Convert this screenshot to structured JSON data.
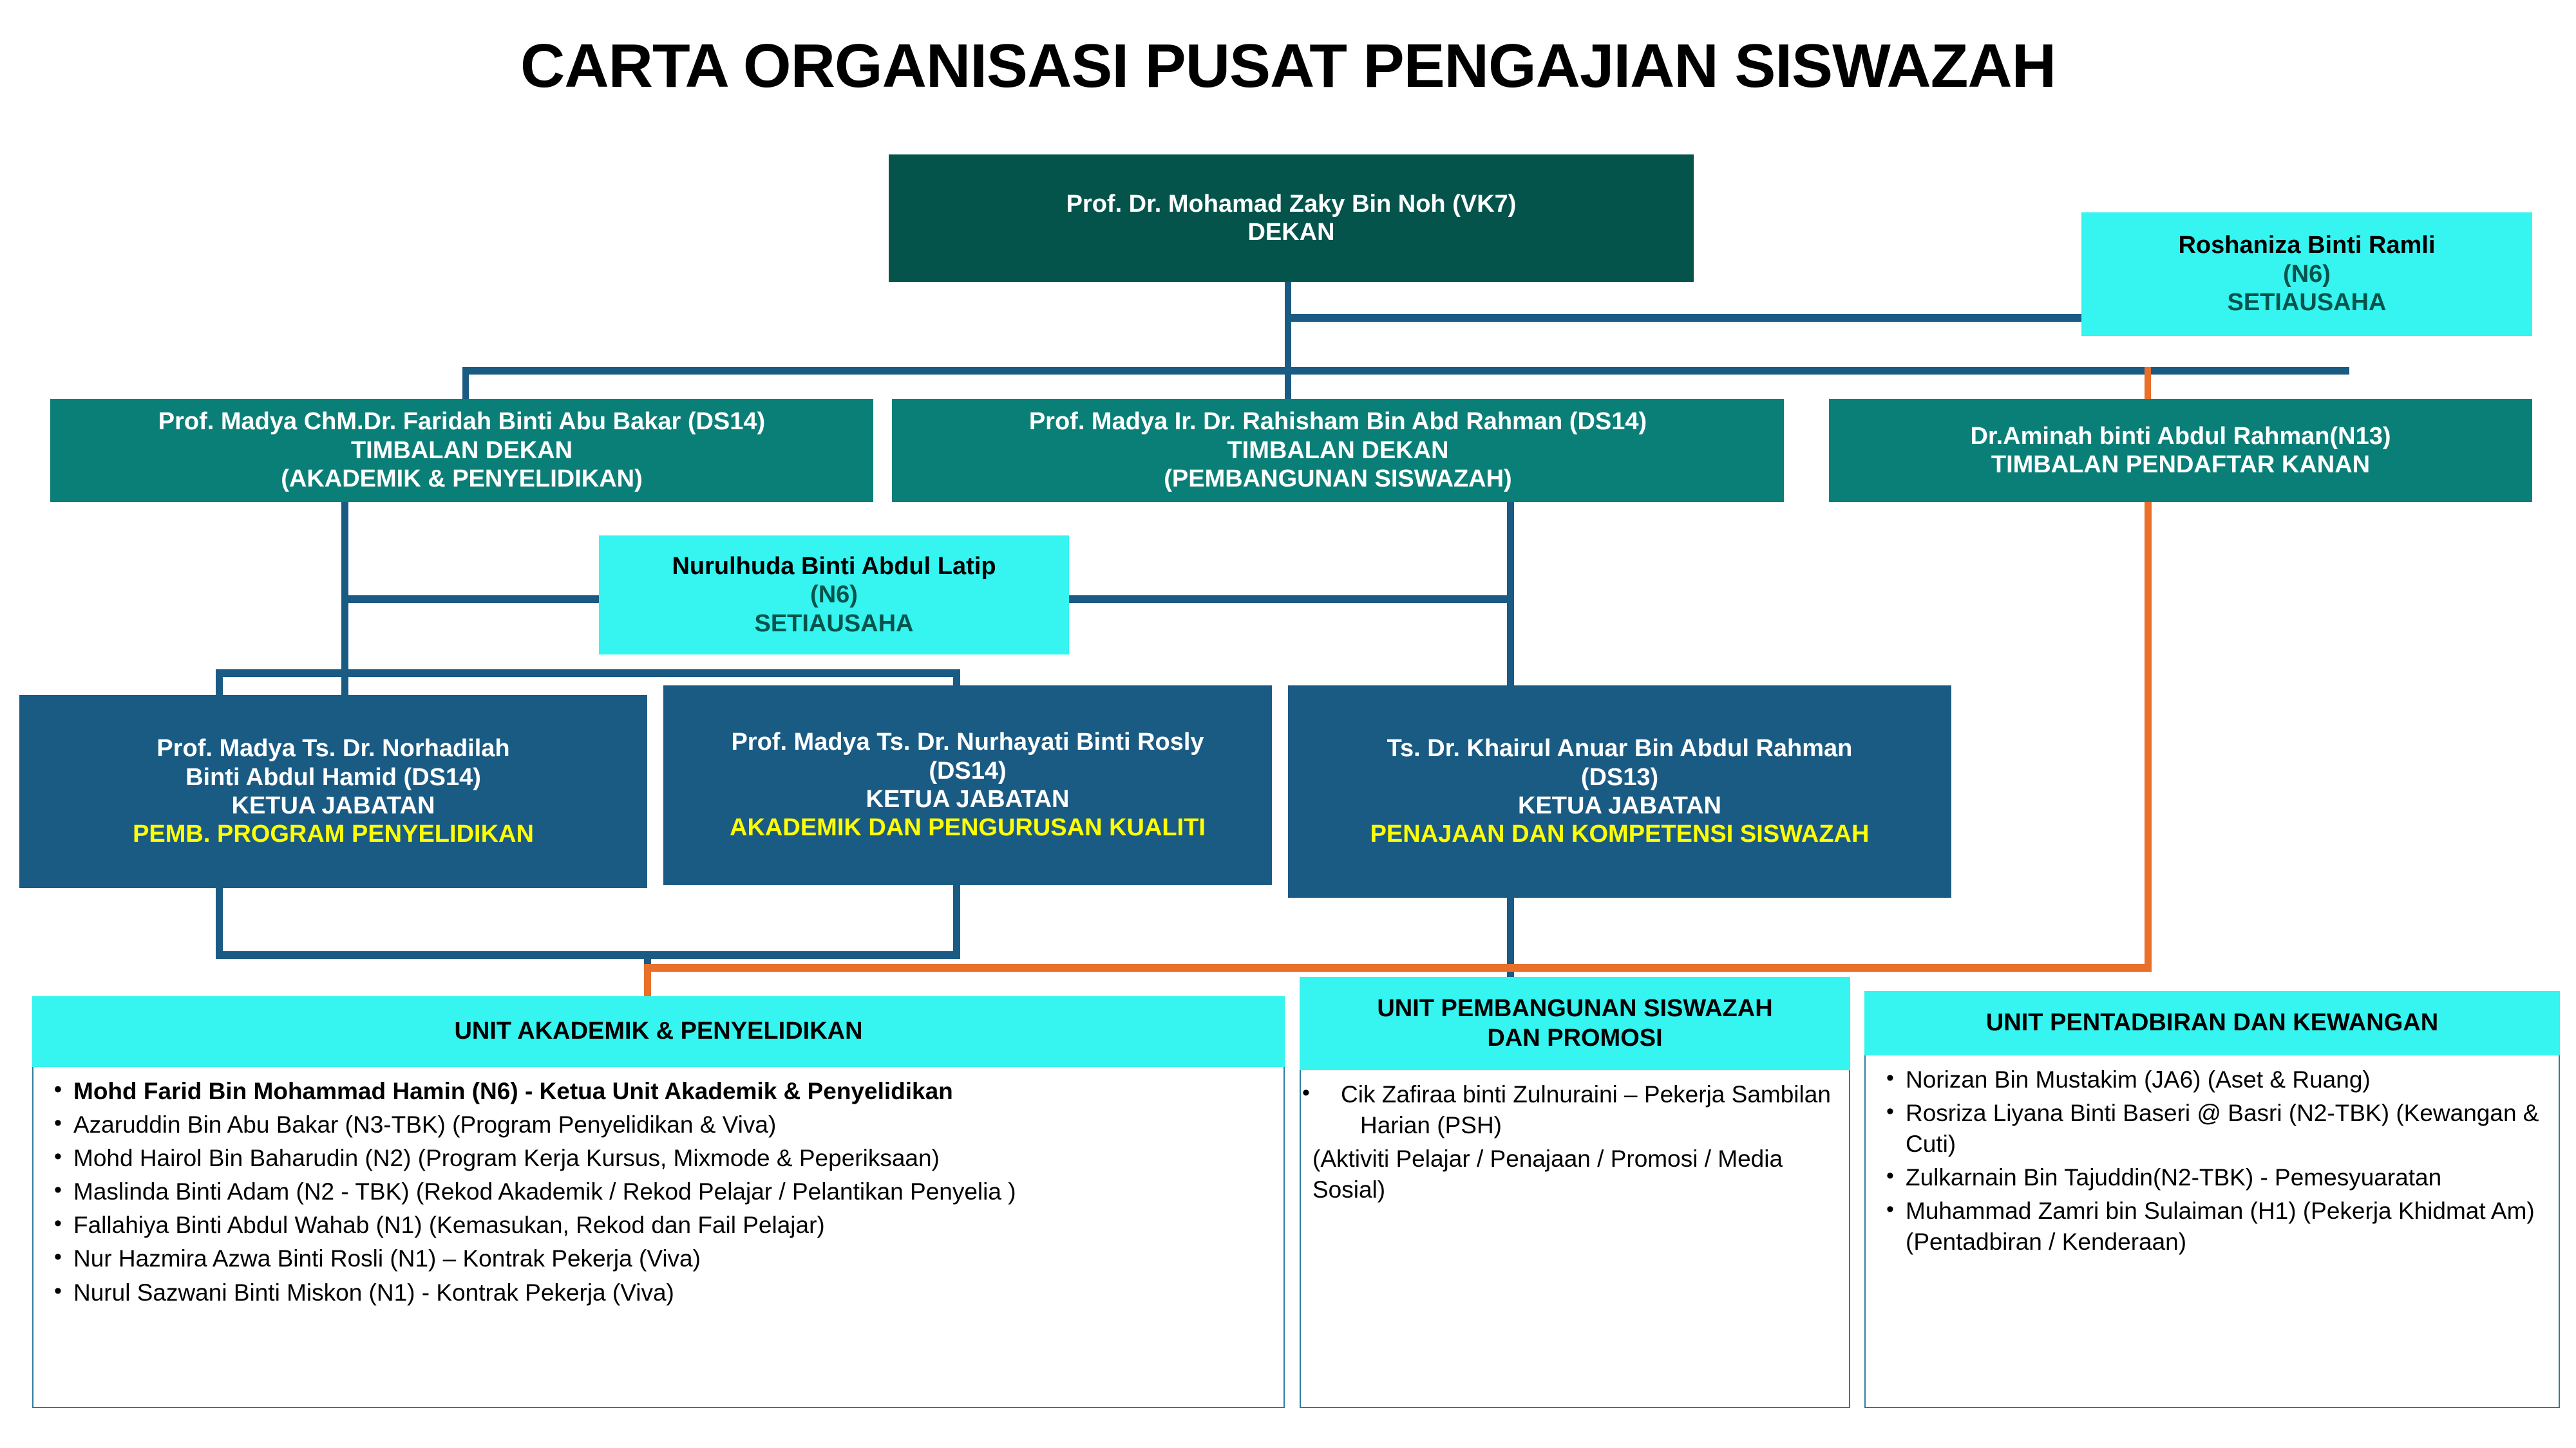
{
  "title": "CARTA ORGANISASI PUSAT PENGAJIAN SISWAZAH",
  "colors": {
    "dean_bg": "#04544C",
    "deputy_bg": "#0A7F78",
    "secretary_bg": "#36F4F0",
    "head_bg": "#1A5B84",
    "unit_header_bg": "#36F4F0",
    "connector": "#1A5B84",
    "connector_alt": "#E8702A",
    "highlight_text": "#FFFF00"
  },
  "dean": {
    "name": "Prof.  Dr. Mohamad Zaky Bin Noh (VK7)",
    "role": "DEKAN"
  },
  "secretaries": [
    {
      "name": "Roshaniza Binti Ramli",
      "grade": "(N6)",
      "role": "SETIAUSAHA"
    },
    {
      "name": "Nurulhuda Binti Abdul Latip",
      "grade": "(N6)",
      "role": "SETIAUSAHA"
    }
  ],
  "deputies": [
    {
      "name": "Prof. Madya ChM.Dr. Faridah Binti Abu Bakar (DS14)",
      "role": "TIMBALAN DEKAN",
      "scope": "(AKADEMIK & PENYELIDIKAN)"
    },
    {
      "name": "Prof. Madya Ir. Dr. Rahisham Bin Abd Rahman (DS14)",
      "role": "TIMBALAN DEKAN",
      "scope": "(PEMBANGUNAN SISWAZAH)"
    },
    {
      "name": "Dr.Aminah binti Abdul Rahman(N13)",
      "role": "TIMBALAN PENDAFTAR KANAN",
      "scope": ""
    }
  ],
  "heads": [
    {
      "name_line1": "Prof. Madya Ts. Dr. Norhadilah",
      "name_line2": "Binti Abdul Hamid (DS14)",
      "role": "KETUA JABATAN",
      "department": "PEMB. PROGRAM PENYELIDIKAN"
    },
    {
      "name_line1": "Prof. Madya Ts. Dr. Nurhayati Binti Rosly",
      "name_line2": "(DS14)",
      "role": "KETUA JABATAN",
      "department": "AKADEMIK DAN PENGURUSAN KUALITI"
    },
    {
      "name_line1": "Ts. Dr. Khairul Anuar Bin Abdul Rahman",
      "name_line2": "(DS13)",
      "role": "KETUA JABATAN",
      "department": "PENAJAAN DAN KOMPETENSI SISWAZAH"
    }
  ],
  "units": [
    {
      "header_line1": "UNIT AKADEMIK & PENYELIDIKAN",
      "header_line2": "",
      "members": [
        "Mohd Farid Bin Mohammad Hamin (N6) -  Ketua Unit Akademik & Penyelidikan",
        "Azaruddin Bin Abu Bakar (N3-TBK) (Program Penyelidikan & Viva)",
        "Mohd Hairol Bin Baharudin (N2)  (Program Kerja Kursus, Mixmode & Peperiksaan)",
        "Maslinda Binti Adam (N2 - TBK) (Rekod Akademik / Rekod Pelajar / Pelantikan Penyelia )",
        "Fallahiya Binti Abdul Wahab (N1) (Kemasukan, Rekod dan Fail Pelajar)",
        "Nur Hazmira Azwa Binti Rosli (N1) – Kontrak Pekerja  (Viva)",
        "Nurul Sazwani Binti Miskon (N1) -  Kontrak Pekerja (Viva)"
      ]
    },
    {
      "header_line1": "UNIT PEMBANGUNAN SISWAZAH",
      "header_line2": "DAN PROMOSI",
      "members": [
        "Cik Zafiraa binti Zulnuraini – Pekerja Sambilan Harian (PSH)",
        "(Aktiviti Pelajar / Penajaan /   Promosi / Media Sosial)"
      ]
    },
    {
      "header_line1": "UNIT PENTADBIRAN DAN KEWANGAN",
      "header_line2": "",
      "members": [
        "Norizan Bin Mustakim (JA6) (Aset & Ruang)",
        "Rosriza Liyana Binti Baseri @ Basri (N2-TBK) (Kewangan & Cuti)",
        "Zulkarnain Bin Tajuddin(N2-TBK) - Pemesyuaratan",
        "Muhammad Zamri bin Sulaiman (H1)  (Pekerja Khidmat Am) (Pentadbiran / Kenderaan)"
      ]
    }
  ]
}
